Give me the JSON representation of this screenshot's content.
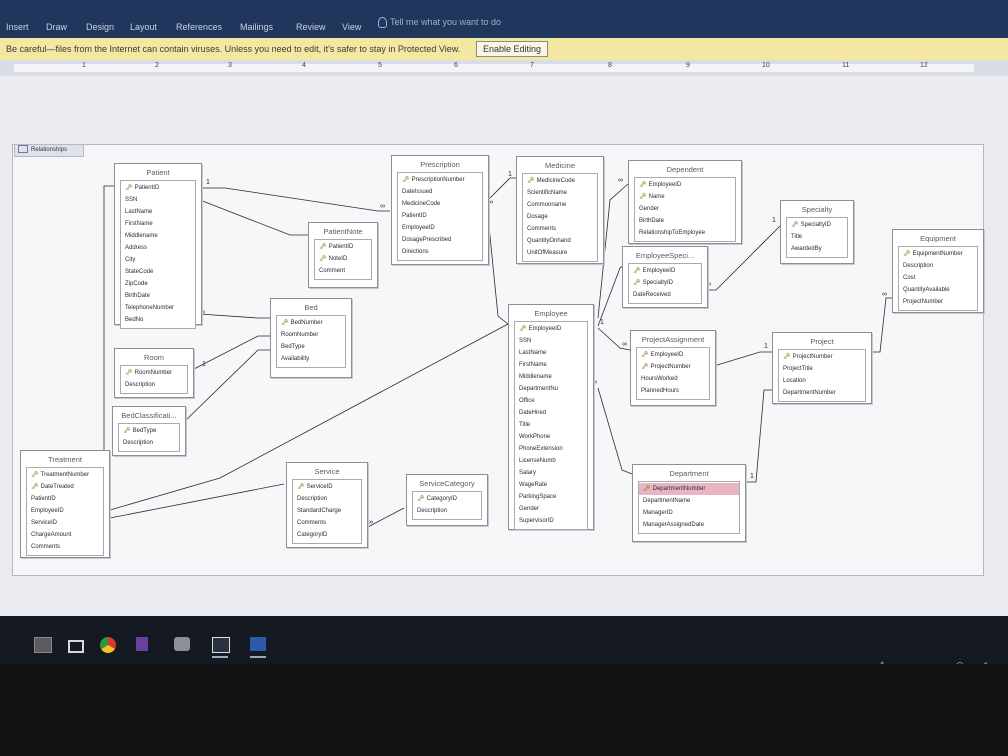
{
  "ribbon": {
    "tabs": [
      "Insert",
      "Draw",
      "Design",
      "Layout",
      "References",
      "Mailings",
      "Review",
      "View"
    ],
    "tell_me": "Tell me what you want to do"
  },
  "protected_view": {
    "message": "Be careful—files from the Internet can contain viruses. Unless you need to edit, it's safer to stay in Protected View.",
    "button": "Enable Editing"
  },
  "ruler": {
    "marks": [
      "1",
      "2",
      "3",
      "4",
      "5",
      "6",
      "7",
      "8",
      "9",
      "10",
      "11",
      "12"
    ]
  },
  "relationships_tab": "Relationships",
  "colors": {
    "ribbon": "#20365c",
    "message_bar": "#f3e7a2",
    "highlight": "#e8b6c3",
    "taskbar": "#141922"
  },
  "tables": {
    "patient": {
      "title": "Patient",
      "fields": [
        "PatientID",
        "SSN",
        "LastName",
        "FirstName",
        "Middlename",
        "Address",
        "City",
        "StateCode",
        "ZipCode",
        "BirthDate",
        "TelephoneNumber",
        "BedNo"
      ]
    },
    "prescription": {
      "title": "Prescription",
      "fields": [
        "PrescriptionNumber",
        "DateIssued",
        "MedicineCode",
        "PatientID",
        "EmployeeID",
        "DosagePrescribed",
        "Directions"
      ]
    },
    "medicine": {
      "title": "Medicine",
      "fields": [
        "MedicineCode",
        "ScientificName",
        "Commonname",
        "Dosage",
        "Comments",
        "QuantityOnhand",
        "UnitOfMeasure"
      ]
    },
    "dependent": {
      "title": "Dependent",
      "fields": [
        "EmployeeID",
        "Name",
        "Gender",
        "BirthDate",
        "RelationshipToEmployee"
      ]
    },
    "specialty": {
      "title": "Specialty",
      "fields": [
        "SpecialtyID",
        "Title",
        "AwardedBy"
      ]
    },
    "equipment": {
      "title": "Equipment",
      "fields": [
        "EquipmentNumber",
        "Description",
        "Cost",
        "QuantityAvailable",
        "ProjectNumber"
      ]
    },
    "patientnote": {
      "title": "PatientNote",
      "fields": [
        "PatientID",
        "NoteID",
        "Comment"
      ]
    },
    "employeespec": {
      "title": "EmployeeSpeci...",
      "fields": [
        "EmployeeID",
        "SpecialtyID",
        "DateReceived"
      ]
    },
    "bed": {
      "title": "Bed",
      "fields": [
        "BedNumber",
        "RoomNumber",
        "BedType",
        "Availability"
      ]
    },
    "employee": {
      "title": "Employee",
      "fields": [
        "EmployeeID",
        "SSN",
        "LastName",
        "FirstName",
        "Middlename",
        "DepartmentNu",
        "Office",
        "DateHired",
        "Title",
        "WorkPhone",
        "PhoneExtension",
        "LicenseNumb",
        "Salary",
        "WageRate",
        "ParkingSpace",
        "Gender",
        "SupervisorID"
      ]
    },
    "projectassignment": {
      "title": "ProjectAssignment",
      "fields": [
        "EmployeeID",
        "ProjectNumber",
        "HoursWorked",
        "PlannedHours"
      ]
    },
    "project": {
      "title": "Project",
      "fields": [
        "ProjectNumber",
        "ProjectTitle",
        "Location",
        "DepartmentNumber"
      ]
    },
    "room": {
      "title": "Room",
      "fields": [
        "RoomNumber",
        "Description"
      ]
    },
    "bedclassification": {
      "title": "BedClassificati...",
      "fields": [
        "BedType",
        "Description"
      ]
    },
    "treatment": {
      "title": "Treatment",
      "fields": [
        "TreatmentNumber",
        "DateTreated",
        "PatientID",
        "EmployeeID",
        "ServiceID",
        "ChargeAmount",
        "Comments"
      ]
    },
    "service": {
      "title": "Service",
      "fields": [
        "ServiceID",
        "Description",
        "StandardCharge",
        "Comments",
        "CategoryID"
      ]
    },
    "servicecategory": {
      "title": "ServiceCategory",
      "fields": [
        "CategoryID",
        "Description"
      ]
    },
    "department": {
      "title": "Department",
      "fields": [
        "DepartmentNumber",
        "DepartmentName",
        "ManagerID",
        "ManagerAssignedDate"
      ]
    }
  },
  "cardinality": {
    "one": "1",
    "many": "∞"
  },
  "taskbar": {
    "apps": [
      "calculator-icon",
      "mail-icon",
      "chrome-icon",
      "visual-studio-icon",
      "network-icon",
      "photos-icon",
      "word-icon"
    ]
  }
}
